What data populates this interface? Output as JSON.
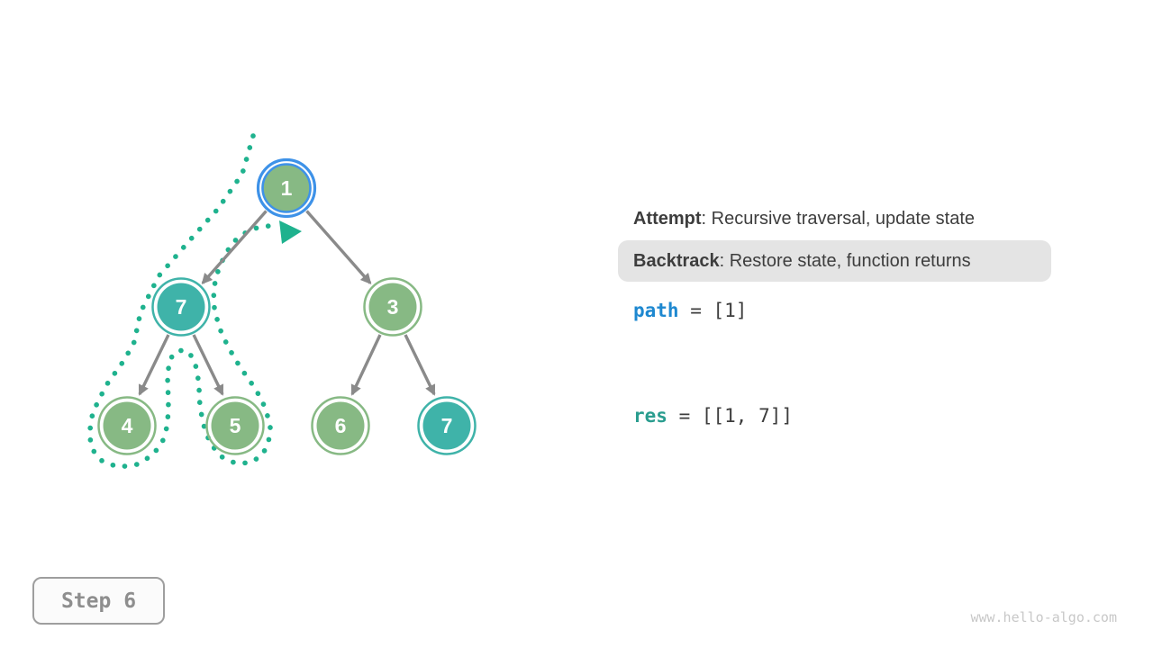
{
  "diagram": {
    "description": "Binary tree backtracking traversal, step 6: path returned to root after visiting left subtree",
    "nodes": [
      {
        "label": "1",
        "state": "current"
      },
      {
        "label": "7",
        "state": "visited-teal"
      },
      {
        "label": "3",
        "state": "normal"
      },
      {
        "label": "4",
        "state": "normal"
      },
      {
        "label": "5",
        "state": "normal"
      },
      {
        "label": "6",
        "state": "normal"
      },
      {
        "label": "7",
        "state": "visited-teal"
      }
    ],
    "edges": [
      [
        "1",
        "7"
      ],
      [
        "1",
        "3"
      ],
      [
        "7",
        "4"
      ],
      [
        "7",
        "5"
      ],
      [
        "3",
        "6"
      ],
      [
        "3",
        "7"
      ]
    ]
  },
  "legend": {
    "attempt": {
      "label": "Attempt",
      "rest": ": Recursive traversal, update state"
    },
    "backtrack": {
      "label": "Backtrack",
      "rest": ": Restore state, function returns"
    }
  },
  "state": {
    "path": {
      "name": "path",
      "value": " = [1]"
    },
    "res": {
      "name": "res",
      "value": " = [[1, 7]]"
    }
  },
  "footer": {
    "step_label": "Step 6",
    "watermark": "www.hello-algo.com"
  },
  "colors": {
    "node_green": "#87b984",
    "node_teal": "#3fb3a9",
    "current_ring_blue": "#3e92e8",
    "trail_teal": "#1fb28e",
    "edge_gray": "#8a8a8a",
    "text_dark": "#3d3d3d",
    "path_blue": "#1e88d0",
    "res_teal": "#2a9d8f",
    "chip_bg": "#e4e4e4",
    "step_gray": "#8e8e8e",
    "watermark_gray": "#c8c8c8"
  }
}
